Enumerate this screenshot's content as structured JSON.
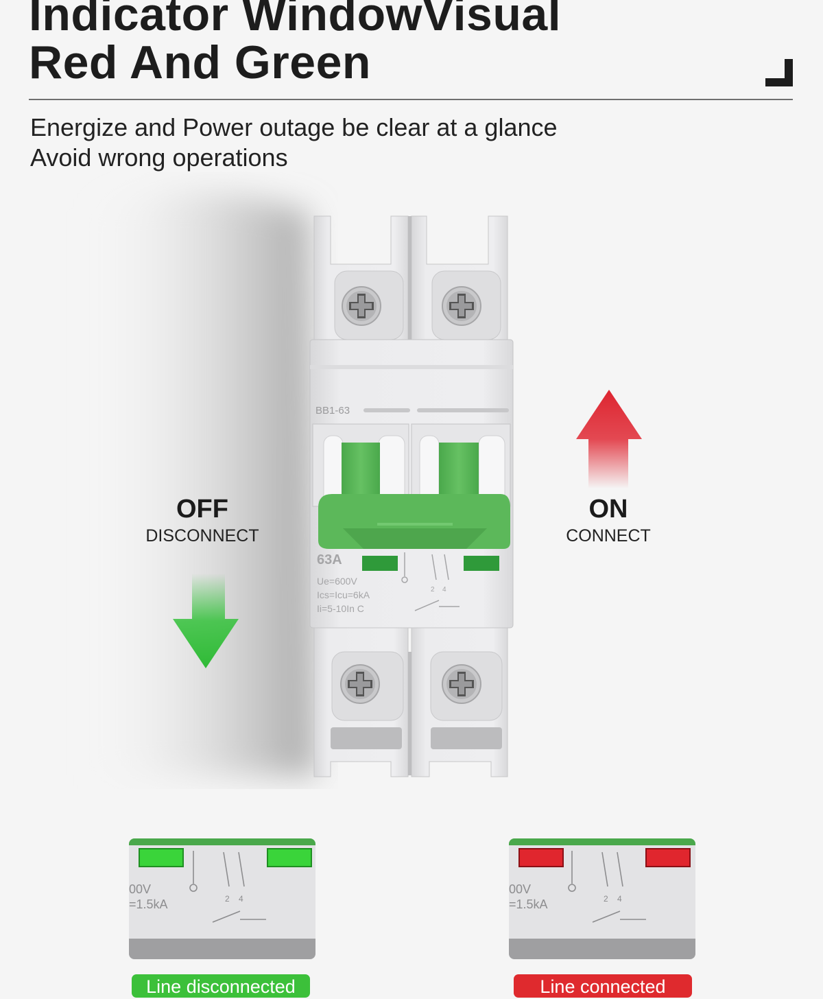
{
  "heading": {
    "line1": "Indicator WindowVisual",
    "line2": "Red And Green"
  },
  "subtitle": {
    "line1": "Energize and Power outage be clear at a glance",
    "line2": "Avoid wrong operations"
  },
  "breaker": {
    "model": "BB1-63",
    "rating": "63A",
    "spec1": "Ue=600V",
    "spec2": "Ics=Icu=6kA",
    "spec3": "Ii=5-10In C",
    "terminal_2": "2",
    "terminal_4": "4",
    "handle_color": "#5cb85a",
    "indicator_color": "#2f9a3a"
  },
  "off_state": {
    "title": "OFF",
    "subtitle": "DISCONNECT",
    "arrow_color": "#33c13a",
    "arrow_icon": "arrow-down-icon"
  },
  "on_state": {
    "title": "ON",
    "subtitle": "CONNECT",
    "arrow_color": "#e02a35",
    "arrow_icon": "arrow-up-icon"
  },
  "zoom_green": {
    "voltage": "00V",
    "current": "=1.5kA",
    "terminal_2": "2",
    "terminal_4": "4",
    "window_color": "#3ad43a",
    "caption": "Line disconnected",
    "caption_color": "#3cc03a"
  },
  "zoom_red": {
    "voltage": "00V",
    "current": "=1.5kA",
    "terminal_2": "2",
    "terminal_4": "4",
    "window_color": "#e0262e",
    "caption": "Line connected",
    "caption_color": "#df2a2e"
  }
}
